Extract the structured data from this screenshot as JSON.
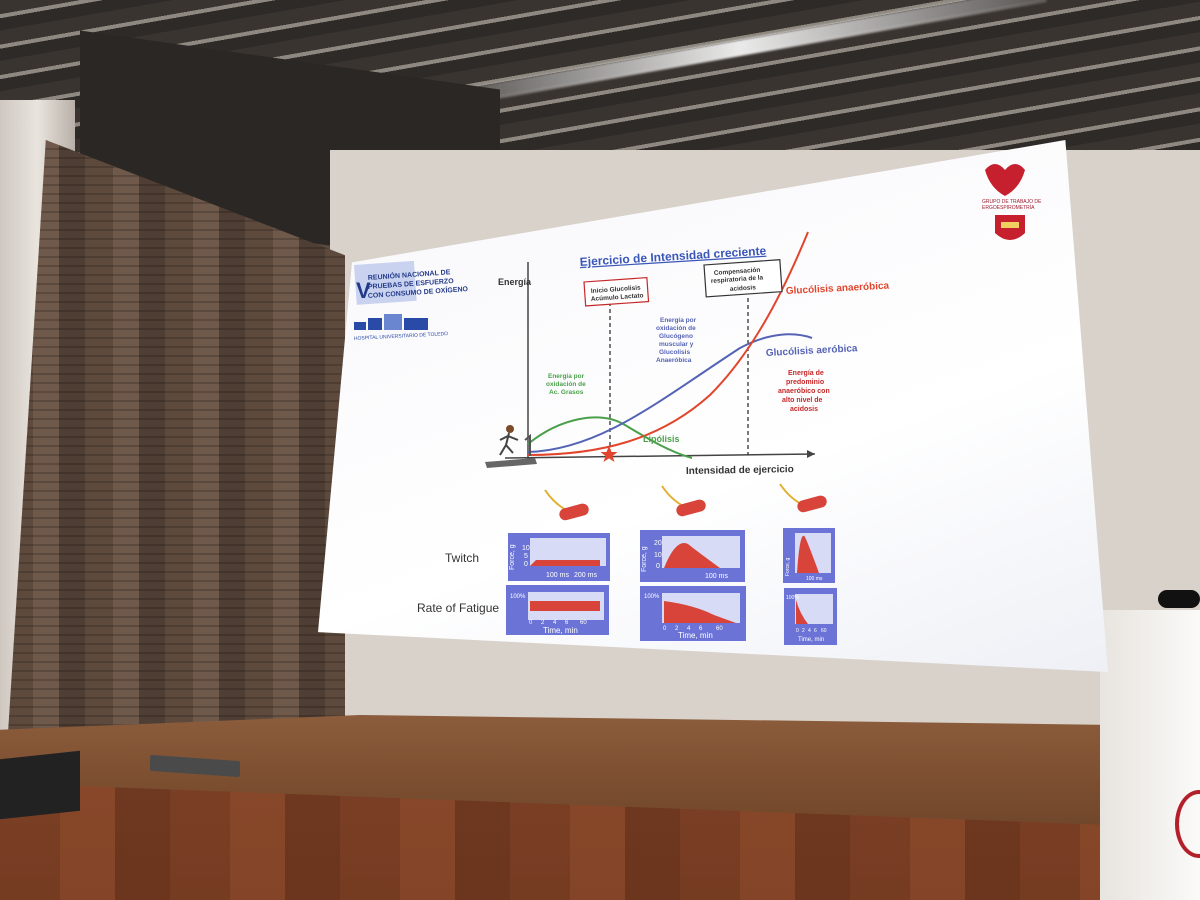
{
  "slide": {
    "title": "Ejercicio de Intensidad creciente",
    "event_logo": {
      "mark": "V",
      "lines": [
        "REUNIÓN NACIONAL DE",
        "PRUEBAS DE ESFUERZO",
        "CON CONSUMO DE OXÍGENO"
      ]
    },
    "hospital_logo_text": "HOSPITAL UNIVERSITARIO DE TOLEDO",
    "group_logo_lines": [
      "GRUPO DE TRABAJO DE",
      "ERGOESPIROMETRÍA"
    ],
    "y_axis_label": "Energía",
    "x_axis_label": "Intensidad de ejercicio",
    "box_glucolisis": [
      "Inicio Glucolisis",
      "Acúmulo Lactato"
    ],
    "box_compensacion": [
      "Compensación",
      "respiratoria de la",
      "acidosis"
    ],
    "note_grasos": [
      "Energía por",
      "oxidación de",
      "Ac. Grasos"
    ],
    "note_glucogeno": [
      "Energía por",
      "oxidación de",
      "Glucógeno",
      "muscular y",
      "Glucolisis",
      "Anaeróbica"
    ],
    "note_predominio": [
      "Energía de",
      "predominio",
      "anaeróbico con",
      "alto nivel de",
      "acidosis"
    ],
    "label_lipolisis": "Lipólisis",
    "label_aerobica": "Glucólisis aeróbica",
    "label_anaerobica": "Glucólisis anaeróbica",
    "row_twitch": "Twitch",
    "row_fatigue": "Rate of Fatigue",
    "twitch_panels": [
      {
        "ylabel": "Force, g",
        "ticks": [
          "10",
          "5",
          "0"
        ],
        "xticks": [
          "100 ms",
          "200 ms"
        ]
      },
      {
        "ylabel": "Force, g",
        "ticks": [
          "20",
          "10",
          "0"
        ],
        "xticks": [
          "100 ms"
        ]
      },
      {
        "ylabel": "Force, g",
        "ticks": [],
        "xticks": [
          "100 ms"
        ]
      }
    ],
    "fatigue_panels": [
      {
        "top": "100%",
        "xticks": [
          "0",
          "2",
          "4",
          "6",
          "60"
        ],
        "xlabel": "Time, min"
      },
      {
        "top": "100%",
        "xticks": [
          "0",
          "2",
          "4",
          "6",
          "60"
        ],
        "xlabel": "Time, min"
      },
      {
        "top": "100%",
        "xticks": [
          "0",
          "2",
          "4",
          "6",
          "60"
        ],
        "xlabel": "Time, min"
      }
    ]
  },
  "colors": {
    "lipolisis": "#4aa04a",
    "aerobica": "#5563b5",
    "anaerobica": "#e2452b",
    "panel_bg": "#6b74d6",
    "fill_red": "#d8443a",
    "title_blue": "#3a56b8"
  }
}
